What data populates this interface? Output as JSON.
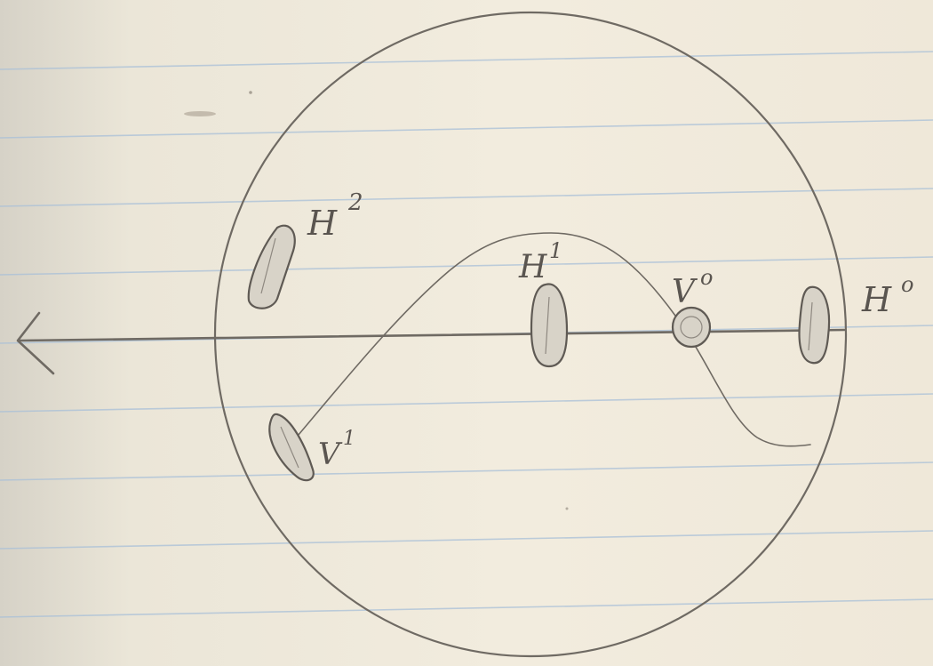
{
  "figure": {
    "labels": {
      "h_superscript_2": "H",
      "h_superscript_2_exp": "2",
      "h_superscript_1": "H",
      "h_superscript_1_exp": "1",
      "v_superscript_0": "V",
      "v_superscript_0_exp": "o",
      "h_superscript_0": "H",
      "h_superscript_0_exp": "o",
      "v_superscript_1": "V",
      "v_superscript_1_exp": "1"
    },
    "colors": {
      "paper": "#f2ecde",
      "pencil": "#6f6a63",
      "ruled_line": "#a9c0d8"
    }
  }
}
